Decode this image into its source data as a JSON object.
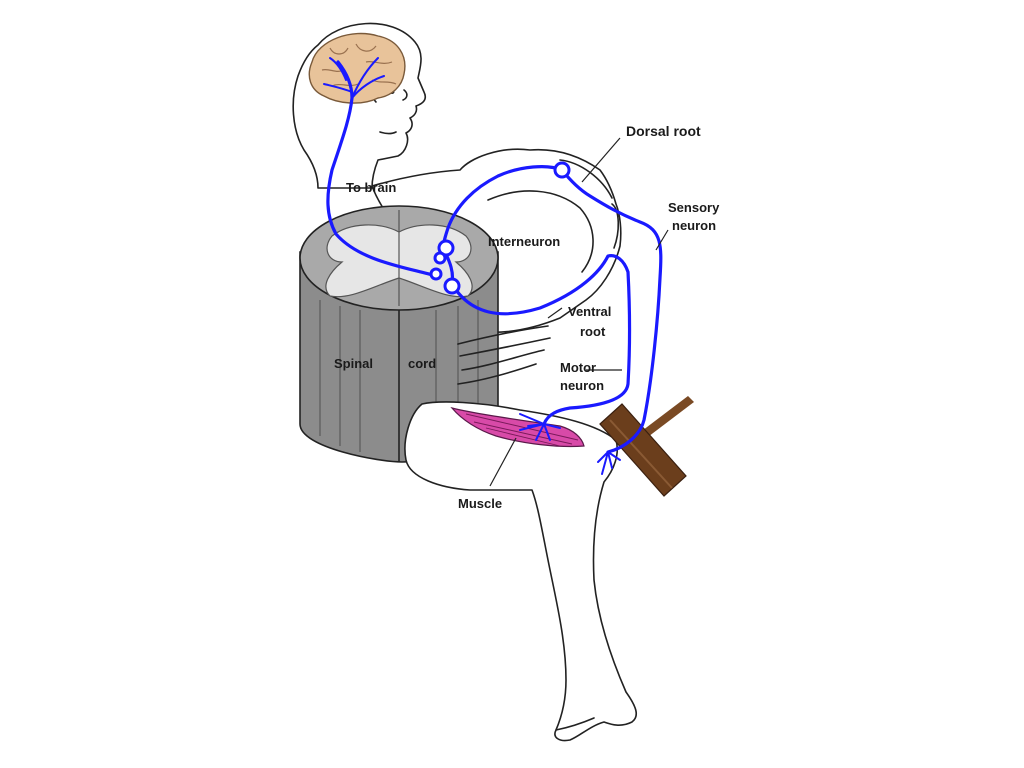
{
  "diagram": {
    "labels": {
      "to_brain": "To brain",
      "dorsal_root": "Dorsal root",
      "sensory_neuron_line1": "Sensory",
      "sensory_neuron_line2": "neuron",
      "interneuron": "Interneuron",
      "ventral_root_line1": "Ventral",
      "ventral_root_line2": "root",
      "motor_neuron_line1": "Motor",
      "motor_neuron_line2": "neuron",
      "spinal": "Spinal",
      "cord": "cord",
      "muscle": "Muscle"
    },
    "colors": {
      "nerve": "#1a1aff",
      "brain": "#e8c39a",
      "grey_matter": "#a9a9a9",
      "white_matter": "#c8c8c8",
      "muscle": "#d84aa8",
      "hammer_handle": "#7a4a24",
      "hammer_head": "#6b3e1c"
    }
  }
}
